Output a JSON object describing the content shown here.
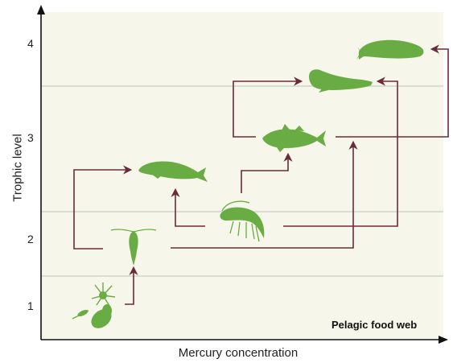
{
  "diagram": {
    "title": "Pelagic food web",
    "x_axis_label": "Mercury concentration",
    "y_axis_label": "Trophic level",
    "y_ticks": [
      "1",
      "2",
      "3",
      "4"
    ],
    "colors": {
      "plot_background": "#f6f6ea",
      "organism_fill": "#6aac44",
      "arrow_color": "#6b2a3a",
      "band_line": "#c9cfc0",
      "axis": "#111111"
    },
    "organisms": [
      {
        "id": "phytoplankton",
        "icon": "algae-cells-icon"
      },
      {
        "id": "zooplankton-copepod",
        "icon": "copepod-icon"
      },
      {
        "id": "krill",
        "icon": "krill-icon"
      },
      {
        "id": "fish",
        "icon": "fish-icon"
      },
      {
        "id": "bowhead-whale",
        "icon": "whale-icon"
      },
      {
        "id": "ringed-seal",
        "icon": "seal-icon"
      },
      {
        "id": "beluga",
        "icon": "beluga-icon"
      }
    ]
  }
}
